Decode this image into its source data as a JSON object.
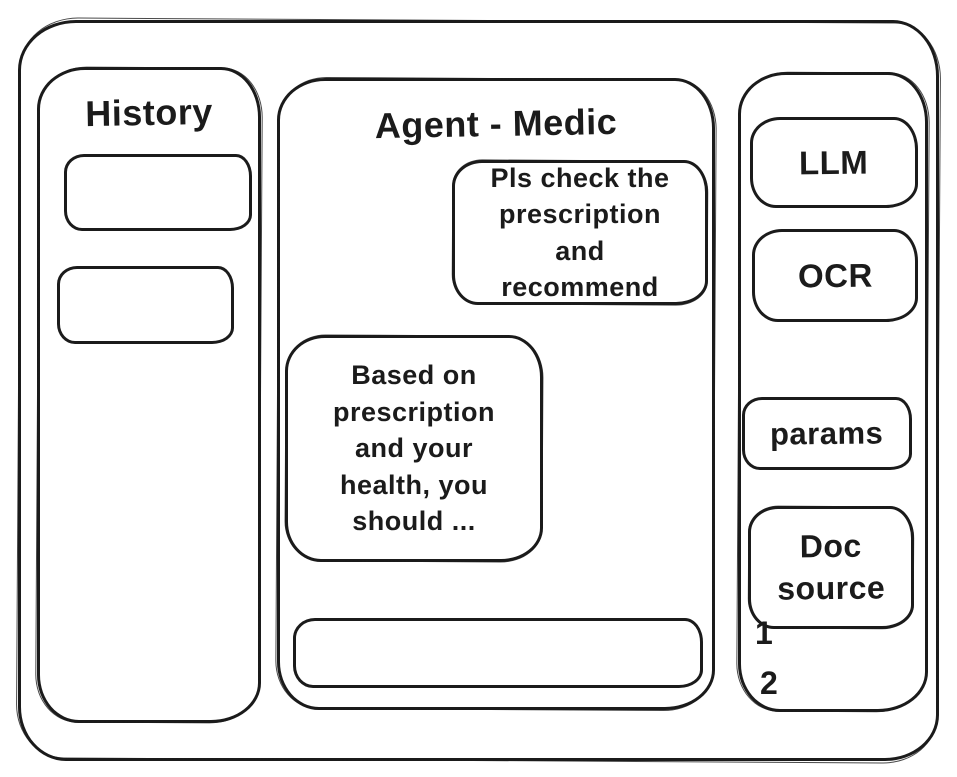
{
  "window": {
    "background": "#ffffff",
    "stroke_color": "#1b1b1b"
  },
  "history_panel": {
    "title": "History",
    "items": [
      {
        "label": ""
      },
      {
        "label": ""
      }
    ]
  },
  "chat_panel": {
    "title": "Agent - Medic",
    "messages": [
      {
        "role": "user",
        "text": "Pls check the prescription and recommend"
      },
      {
        "role": "assistant",
        "text": "Based on prescription and your health, you should ..."
      }
    ],
    "input": {
      "value": "",
      "placeholder": ""
    }
  },
  "tools_panel": {
    "buttons": [
      {
        "label": "LLM"
      },
      {
        "label": "OCR"
      },
      {
        "label": "params"
      },
      {
        "label": "Doc source"
      }
    ],
    "doc_source_items": [
      {
        "label": "1"
      },
      {
        "label": "2"
      }
    ]
  }
}
